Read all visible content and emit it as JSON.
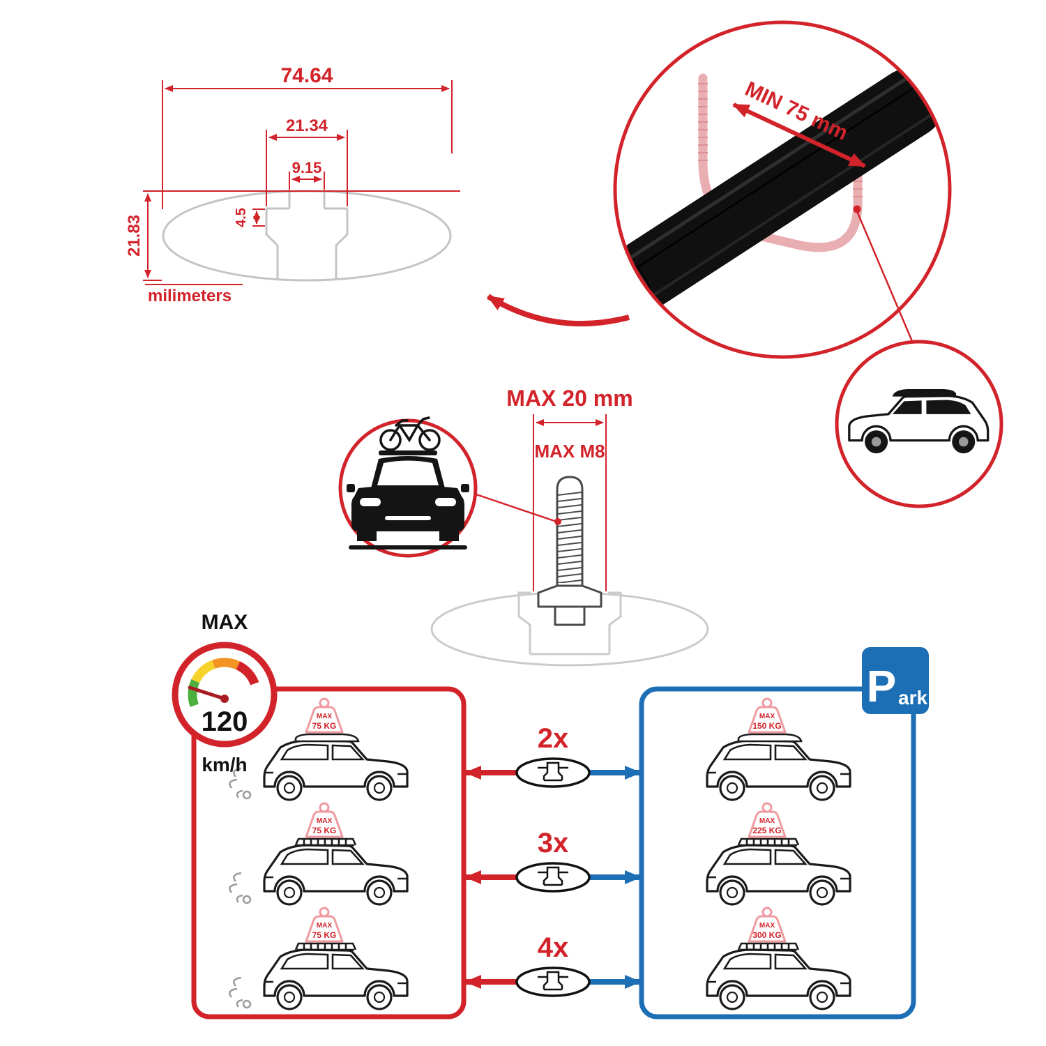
{
  "colors": {
    "red": "#d2232a",
    "blue": "#1c6fb5",
    "pink": "#efa0a5",
    "gray": "#c4c4c4"
  },
  "dimension_drawing": {
    "total_width": "74.64",
    "outer_slot_width": "21.34",
    "inner_slot_width": "9.15",
    "lip_height": "4.5",
    "profile_height": "21.83",
    "unit_label": "milimeters"
  },
  "crossbar_detail": {
    "min_span_label": "MIN 75 mm"
  },
  "bolt_detail": {
    "max_length_label": "MAX 20 mm",
    "max_thread_label": "MAX M8"
  },
  "speed_limit": {
    "label": "MAX",
    "value": "120",
    "unit": "km/h"
  },
  "park_sign": {
    "letter": "P",
    "suffix": "ark"
  },
  "driving_loads": [
    {
      "max": "MAX",
      "value": "75 KG"
    },
    {
      "max": "MAX",
      "value": "75 KG"
    },
    {
      "max": "MAX",
      "value": "75 KG"
    }
  ],
  "parked_loads": [
    {
      "max": "MAX",
      "value": "150 KG"
    },
    {
      "max": "MAX",
      "value": "225 KG"
    },
    {
      "max": "MAX",
      "value": "300 KG"
    }
  ],
  "bar_quantities": [
    {
      "label": "2x"
    },
    {
      "label": "3x"
    },
    {
      "label": "4x"
    }
  ]
}
